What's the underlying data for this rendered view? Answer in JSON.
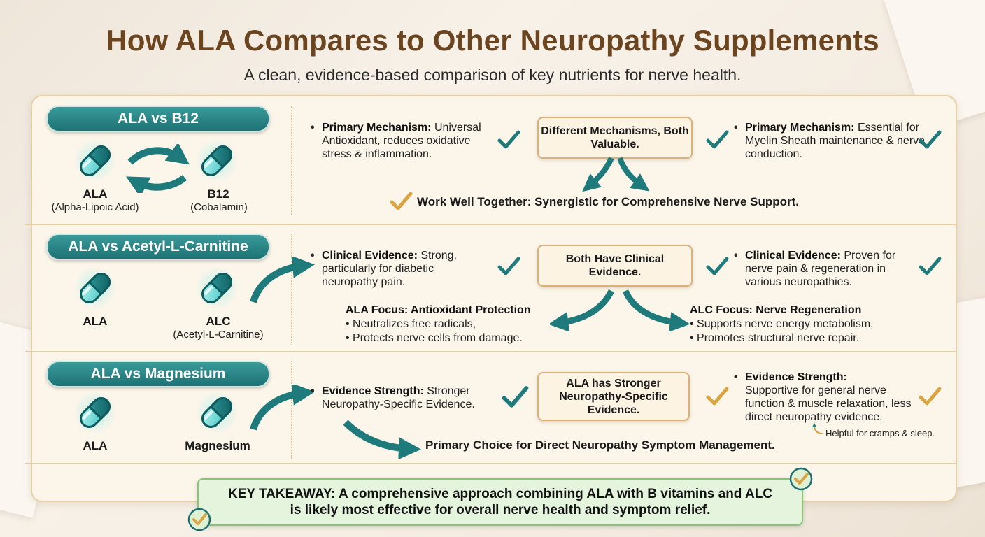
{
  "title": "How ALA Compares to Other Neuropathy Supplements",
  "subtitle": "A clean, evidence-based comparison of key nutrients for nerve health.",
  "colors": {
    "teal": "#1d7274",
    "gold": "#d9a441",
    "title_brown": "#6b4420",
    "takeaway_green": "#e4f4dd"
  },
  "rows": [
    {
      "header": "ALA vs B12",
      "left": {
        "name": "ALA",
        "sub": "(Alpha-Lipoic Acid)"
      },
      "right": {
        "name": "B12",
        "sub": "(Cobalamin)"
      },
      "left_point": {
        "label": "Primary Mechanism:",
        "text": " Universal Antioxidant, reduces oxidative stress & inflammation."
      },
      "center": "Different Mechanisms, Both Valuable.",
      "right_point": {
        "label": "Primary Mechanism:",
        "text": " Essential for Myelin Sheath maintenance & nerve conduction."
      },
      "conclusion": "Work Well Together: Synergistic for Comprehensive Nerve Support."
    },
    {
      "header": "ALA vs Acetyl-L-Carnitine",
      "left": {
        "name": "ALA",
        "sub": ""
      },
      "right": {
        "name": "ALC",
        "sub": "(Acetyl-L-Carnitine)"
      },
      "left_point": {
        "label": "Clinical Evidence:",
        "text": " Strong, particularly for diabetic neuropathy pain."
      },
      "center": "Both Have Clinical Evidence.",
      "right_point": {
        "label": "Clinical Evidence:",
        "text": " Proven for nerve pain & regeneration in various neuropathies."
      },
      "left_focus": {
        "title": "ALA Focus: Antioxidant Protection",
        "items": [
          "Neutralizes free radicals,",
          "Protects nerve cells from damage."
        ]
      },
      "right_focus": {
        "title": "ALC Focus: Nerve Regeneration",
        "items": [
          "Supports nerve energy metabolism,",
          "Promotes structural nerve repair."
        ]
      }
    },
    {
      "header": "ALA vs Magnesium",
      "left": {
        "name": "ALA",
        "sub": ""
      },
      "right": {
        "name": "Magnesium",
        "sub": ""
      },
      "left_point": {
        "label": "Evidence Strength:",
        "text": " Stronger Neuropathy-Specific Evidence."
      },
      "center": "ALA has Stronger Neuropathy-Specific Evidence.",
      "right_point": {
        "label": "Evidence Strength:",
        "text": "Supportive for general nerve function & muscle relaxation, less direct neuropathy evidence."
      },
      "note": "Helpful for cramps & sleep.",
      "conclusion": "Primary Choice for Direct Neuropathy Symptom Management."
    }
  ],
  "takeaway": {
    "line1": "KEY TAKEAWAY: A comprehensive approach combining ALA with B vitamins and ALC",
    "line2": "is likely most effective for overall nerve health and symptom relief."
  }
}
